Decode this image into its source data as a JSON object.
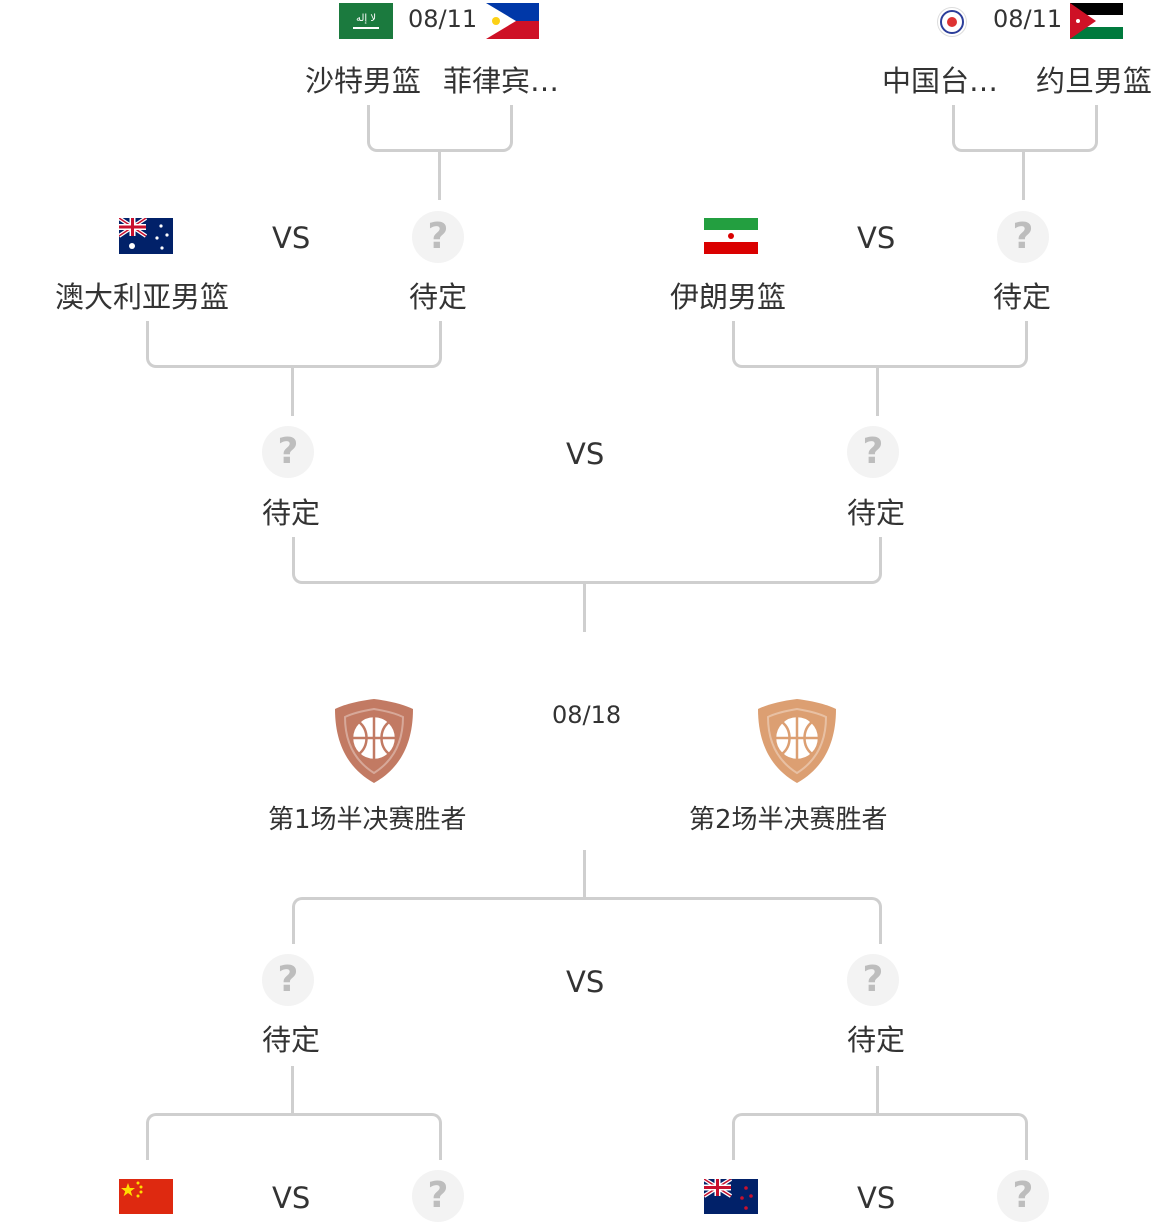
{
  "qf_top": [
    {
      "date": "08/11",
      "team_a": "沙特男篮",
      "team_b": "菲律宾…",
      "flag_a": "saudi-flag",
      "flag_b": "philippines-flag"
    },
    {
      "date": "08/11",
      "team_a": "中国台…",
      "team_b": "约旦男篮",
      "flag_a": "chinese-taipei-flag",
      "flag_b": "jordan-flag"
    }
  ],
  "sf_top": [
    {
      "team_a": "澳大利亚男篮",
      "team_b": "待定",
      "vs": "VS"
    },
    {
      "team_a": "伊朗男篮",
      "team_b": "待定",
      "vs": "VS"
    }
  ],
  "semi_1": {
    "team_a": "待定",
    "team_b": "待定",
    "vs": "VS",
    "placeholder": "?"
  },
  "final": {
    "date": "08/18",
    "team_a": "第1场半决赛胜者",
    "team_b": "第2场半决赛胜者",
    "color_a": "#c27a63",
    "color_b": "#dc9f72"
  },
  "semi_2": {
    "team_a": "待定",
    "team_b": "待定",
    "vs": "VS"
  },
  "sf_bottom": [
    {
      "vs": "VS",
      "flag": "china-flag"
    },
    {
      "vs": "VS",
      "flag": "new-zealand-flag"
    }
  ]
}
